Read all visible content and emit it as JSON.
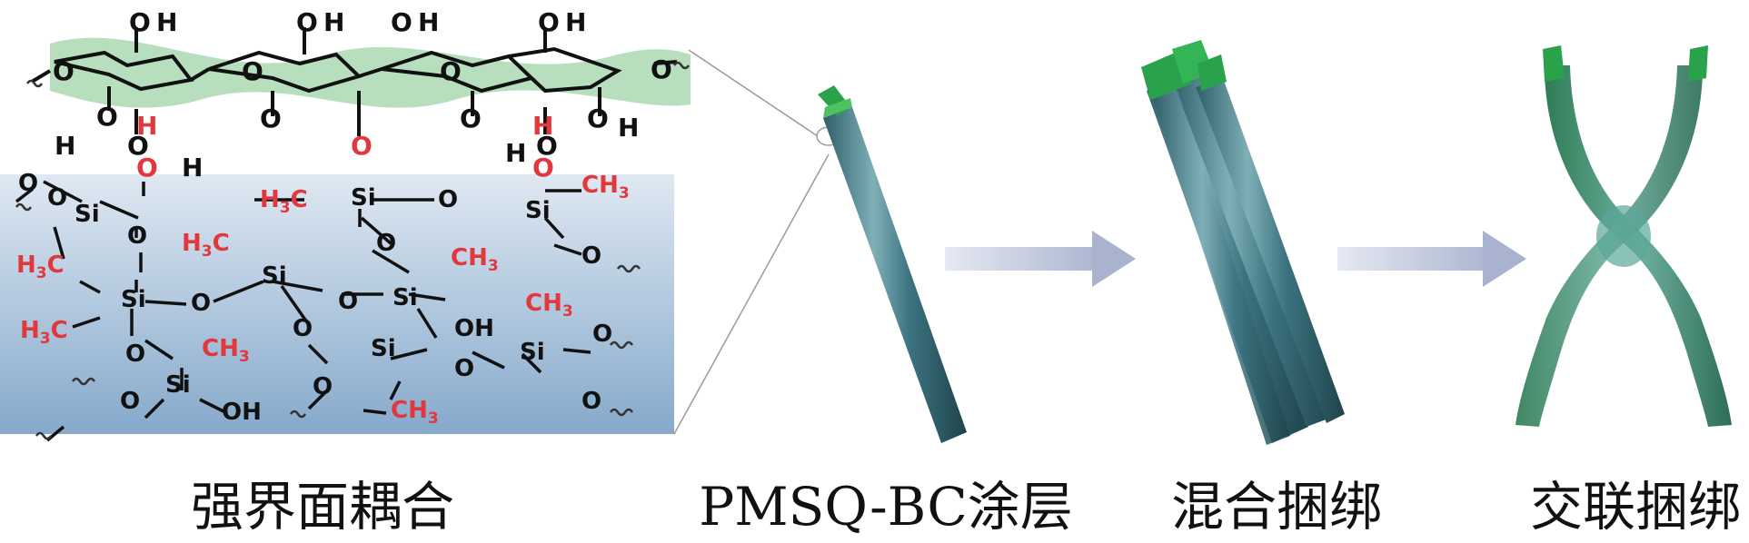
{
  "captions": {
    "interface": "强界面耦合",
    "coating": "PMSQ-BC涂层",
    "mixed": "混合捆绑",
    "crosslinked": "交联捆绑"
  },
  "chem": {
    "si": "Si",
    "o": "O",
    "h": "H",
    "oh": "OH",
    "ho": "HO",
    "ch3_base": "CH",
    "h3c_left": "H",
    "h3c_right": "C",
    "sub3": "3"
  },
  "colors": {
    "cellulose_band": "#9fd4a7",
    "siloxane_bg_top": "#cfdcea",
    "siloxane_bg_bottom": "#8fb1d0",
    "methyl_red": "#e0383c",
    "fiber_green": "#2aa24b",
    "fiber_body": "#3f7f88",
    "arrow": "#c4ccde"
  }
}
